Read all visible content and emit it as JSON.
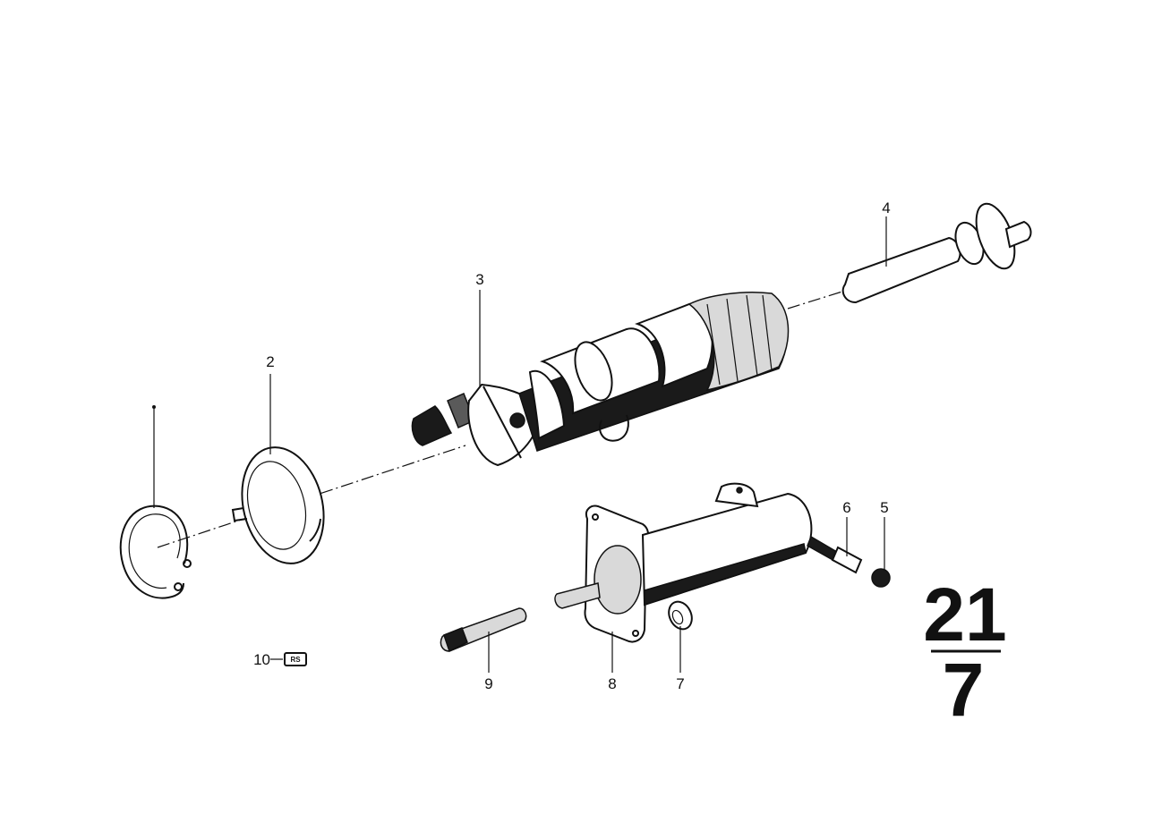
{
  "diagram": {
    "callouts": {
      "c2": "2",
      "c3": "3",
      "c4": "4",
      "c5": "5",
      "c6": "6",
      "c7": "7",
      "c8": "8",
      "c9": "9",
      "c10": "10"
    },
    "badge_text": "RS",
    "group_number": {
      "numerator": "21",
      "denominator": "7"
    },
    "colors": {
      "ink": "#111111",
      "background": "#ffffff"
    }
  }
}
